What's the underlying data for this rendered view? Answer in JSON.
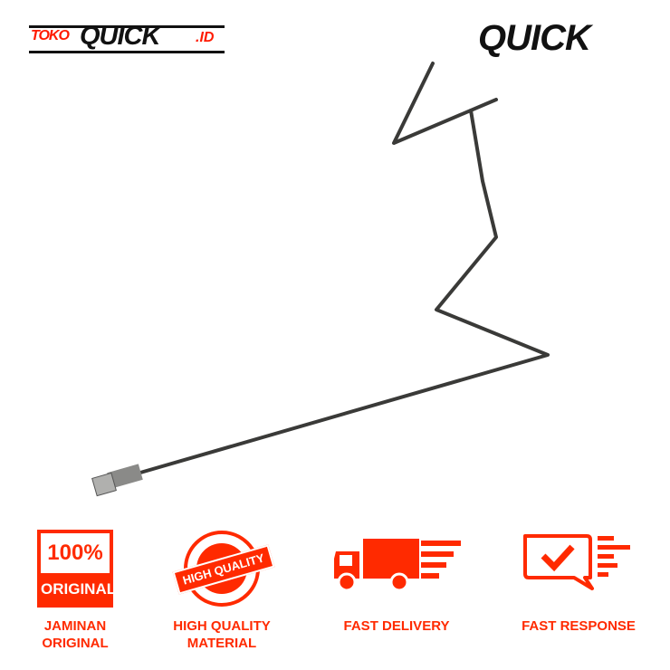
{
  "header": {
    "store_logo": {
      "prefix": "TOKO",
      "brand": "QUICK",
      "suffix": ".ID"
    },
    "brand_logo": "QUICK"
  },
  "product": {
    "image": "brake-pipe-icon"
  },
  "badges": [
    {
      "icon_text_top": "100%",
      "icon_text_bottom": "ORIGINAL",
      "label_line1": "JAMINAN",
      "label_line2": "ORIGINAL"
    },
    {
      "icon_text": "HIGH QUALITY",
      "label_line1": "HIGH QUALITY",
      "label_line2": "MATERIAL"
    },
    {
      "label_line1": "FAST DELIVERY"
    },
    {
      "label_line1": "FAST RESPONSE"
    }
  ],
  "colors": {
    "accent": "#ff2a00",
    "dark": "#111111"
  }
}
